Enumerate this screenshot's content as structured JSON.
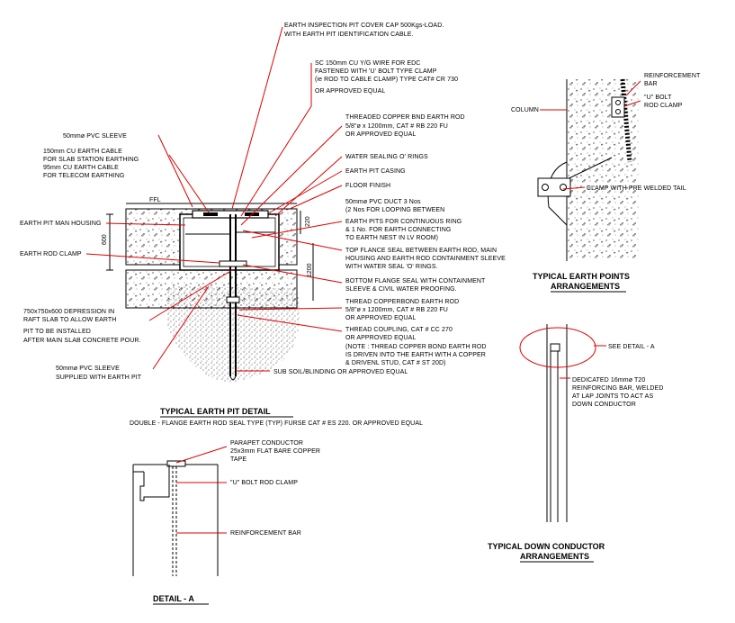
{
  "earth_pit": {
    "labels": {
      "cover_cap": [
        "EARTH INSPECTION PIT COVER CAP 500Kgs-LOAD.",
        "WITH EARTH PIT IDENTIFICATION CABLE."
      ],
      "sc_wire": [
        "SC 150mm CU Y/G WIRE FOR EDC",
        "FASTENED WITH 'U' BOLT TYPE CLAMP",
        "(ie ROD TO CABLE CLAMP) TYPE CAT# CR 730",
        "OR APPROVED EQUAL"
      ],
      "threaded_rod_top": [
        "THREADED COPPER BND EARTH ROD",
        "5/8\"ø x 1200mm, CAT # RB 220 FU",
        "OR APPROVED EQUAL"
      ],
      "water_sealing": "WATER SEALING O' RINGS",
      "pit_casing": "EARTH PIT CASING",
      "floor_finish": "FLOOR FINISH",
      "pvc_duct": [
        "50mmø PVC DUCT 3 Nos",
        "(2 Nos FOR LOOPING BETWEEN",
        "EARTH PITS FOR CONTINUOUS RING",
        "& 1 No. FOR EARTH CONNECTING",
        "TO EARTH NEST IN LV ROOM)"
      ],
      "top_flange": [
        "TOP FLANCE SEAL BETWEEN EARTH ROD, MAIN",
        "HOUSING AND EARTH ROD CONTAINMENT SLEEVE",
        "WITH WATER SEAL 'O' RINGS."
      ],
      "bottom_flange": [
        "BOTTOM FLANGE SEAL WITH CONTAINMENT",
        "SLEEVE & CIVIL WATER PROOFING."
      ],
      "thread_copperbond": [
        "THREAD COPPERBOND EARTH ROD",
        "5/8\"ø x 1200mm, CAT # RB 220 FU",
        "OR APPROVED EQUAL"
      ],
      "thread_coupling": [
        "THREAD COUPLING, CAT # CC 270",
        "OR APPROVED EQUAL",
        "(NOTE : THREAD COPPER BOND EARTH ROD",
        "IS DRIVEN INTO THE EARTH WITH A COPPER",
        "& DRIVENL STUD, CAT # ST 20D)"
      ],
      "sub_soil": "SUB SOIL/BLINDING OR APPROVED EQUAL",
      "pvc_sleeve_top": "50mmø PVC SLEEVE",
      "earth_cable": [
        "150mm CU EARTH CABLE",
        "FOR SLAB STATION EARTHING",
        "95mm CU EARTH CABLE",
        "FOR TELECOM EARTHING"
      ],
      "ffl": "FFL",
      "man_housing": "EARTH PIT MAN HOUSING",
      "rod_clamp": "EARTH ROD CLAMP",
      "depression": [
        "750x750x600 DEPRESSION IN",
        "RAFT SLAB TO ALLOW EARTH",
        "PIT TO BE INSTALLED",
        "AFTER MAIN SLAB CONCRETE POUR."
      ],
      "pvc_sleeve_bottom": [
        "50mmø PVC SLEEVE",
        "SUPPLIED WITH EARTH PIT"
      ]
    },
    "dims": {
      "d600": "600",
      "d220": "220",
      "d1200": "1200"
    },
    "title": "TYPICAL EARTH PIT DETAIL",
    "subtitle": "DOUBLE - FLANGE EARTH ROD SEAL TYPE (TYP) FURSE CAT # ES 220. OR APPROVED EQUAL"
  },
  "earth_points": {
    "reinforcement": [
      "REINFORCEMENT",
      "BAR"
    ],
    "u_bolt": [
      "\"U\" BOLT",
      "ROD CLAMP"
    ],
    "column": "COLUMN",
    "clamp": "CLAMP WITH PRE WELDED TAIL",
    "title": [
      "TYPICAL EARTH POINTS",
      "ARRANGEMENTS"
    ]
  },
  "down_conductor": {
    "see_detail": "SEE DETAIL - A",
    "dedicated": [
      "DEDICATED 16mmø T20",
      "REINFORCING BAR, WELDED",
      "AT LAP JOINTS TO ACT AS",
      "DOWN CONDUCTOR"
    ],
    "title": [
      "TYPICAL DOWN  CONDUCTOR",
      "ARRANGEMENTS"
    ]
  },
  "detail_a": {
    "parapet": [
      "PARAPET CONDUCTOR",
      "25x3mm FLAT BARE COPPER",
      "TAPE"
    ],
    "u_bolt": "\"U\" BOLT ROD CLAMP",
    "reinforcement": "REINFORCEMENT BAR",
    "title": "DETAIL - A"
  },
  "colors": {
    "leader": "#e00000",
    "line": "#000000"
  }
}
